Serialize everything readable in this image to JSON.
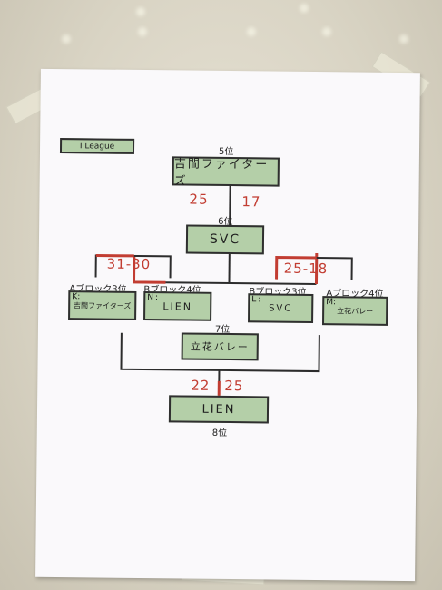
{
  "league_label": "I League",
  "top": {
    "rank": "5位",
    "team": "吉間ファイターズ",
    "score_left": "25",
    "score_right": "17"
  },
  "middle": {
    "rank": "6位",
    "team": "SVC"
  },
  "semis": {
    "left_score": "31-30",
    "right_score": "25-18"
  },
  "blocks": [
    {
      "label": "Aブロック3位",
      "code": "K:",
      "team": "吉間ファイターズ"
    },
    {
      "label": "Bブロック4位",
      "code": "N:",
      "team": "LIEN"
    },
    {
      "label": "Bブロック3位",
      "code": "L:",
      "team": "SVC"
    },
    {
      "label": "Aブロック4位",
      "code": "M:",
      "team": "立花バレー"
    }
  ],
  "seventh": {
    "rank": "7位",
    "team": "立花バレー"
  },
  "final": {
    "score_left": "22",
    "score_right": "25",
    "team": "LIEN",
    "rank": "8位"
  },
  "colors": {
    "box_fill": "#b4cfa8",
    "winner_line": "#c23d32",
    "score_ink": "#c23d32"
  }
}
